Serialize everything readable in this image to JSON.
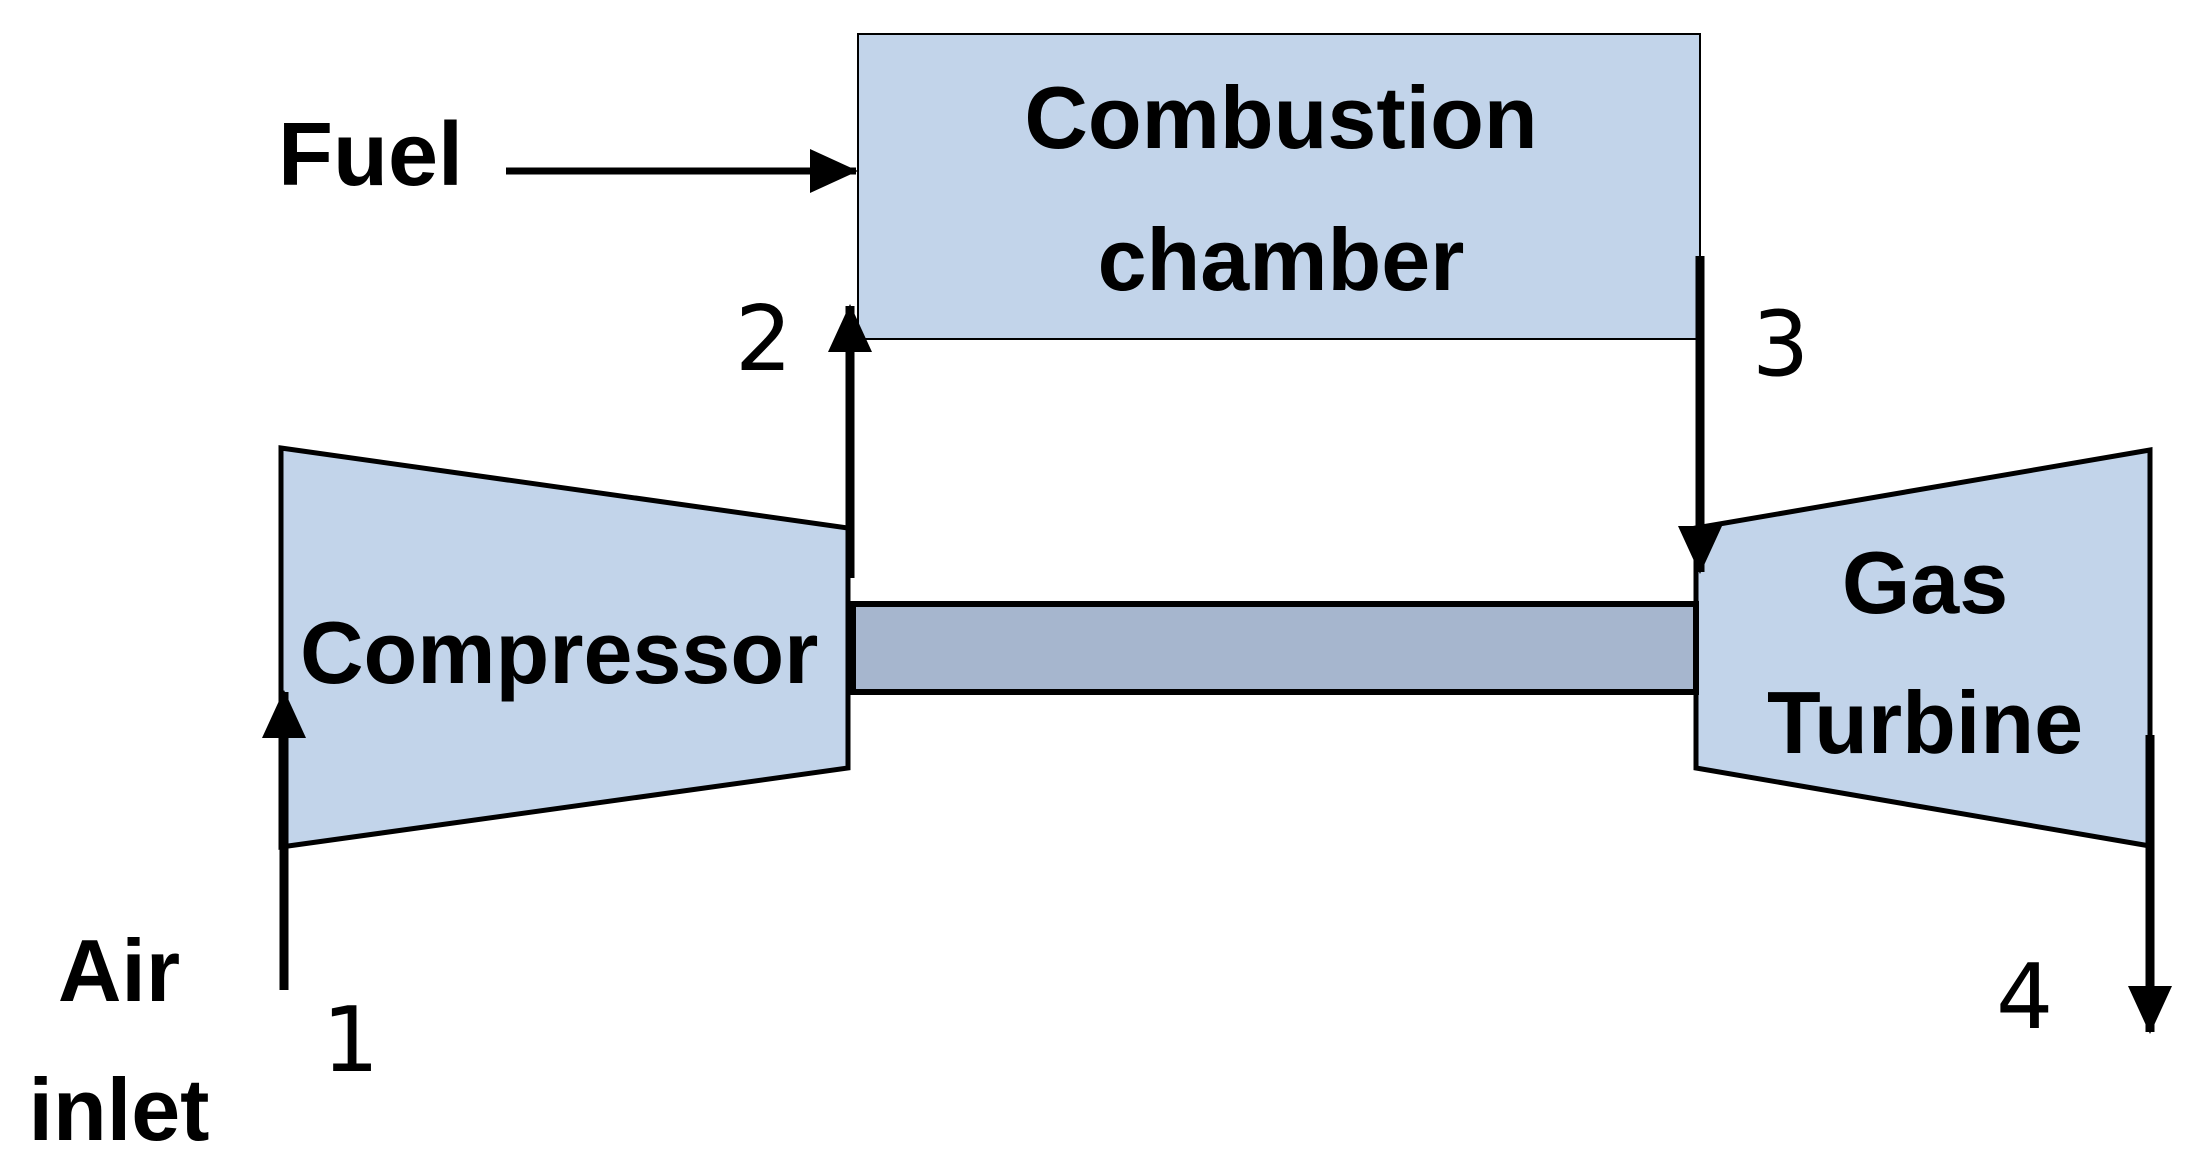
{
  "labels": {
    "fuel": "Fuel",
    "combustion_line1": "Combustion",
    "combustion_line2": "chamber",
    "compressor": "Compressor",
    "turbine_line1": "Gas",
    "turbine_line2": "Turbine",
    "air_line1": "Air",
    "air_line2": "inlet"
  },
  "state_points": {
    "p1": "1",
    "p2": "2",
    "p3": "3",
    "p4": "4"
  },
  "colors": {
    "component_fill": "#c2d4ea",
    "shaft_fill": "#a6b6ce",
    "stroke": "#000000"
  }
}
